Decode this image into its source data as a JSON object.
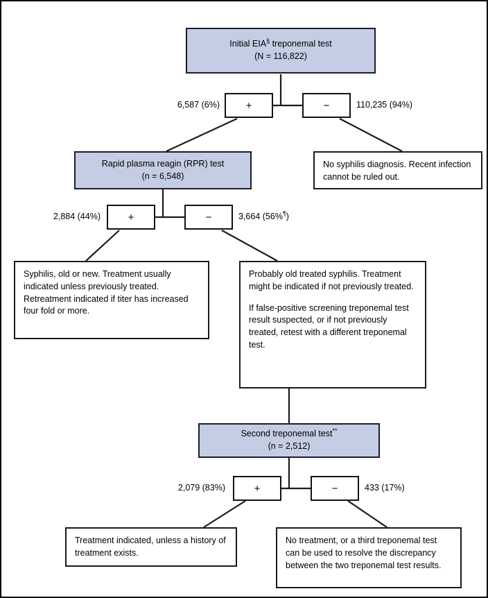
{
  "diagram": {
    "title": "Syphilis reverse sequence screening algorithm flowchart",
    "accent_blue": "#c4cde4",
    "line_color": "#1a1a1a",
    "nodes": {
      "initial_test": {
        "line1": "Initial EIA",
        "line1_sup": "§",
        "line1_rest": " treponemal test",
        "line2": "(N = 116,822)"
      },
      "rpr_test": {
        "line1": "Rapid plasma reagin (RPR) test",
        "line2": "(n = 6,548)"
      },
      "no_syphilis": {
        "text": "No syphilis diagnosis. Recent infection cannot be ruled out."
      },
      "syphilis_old_new": {
        "text": "Syphilis, old or new. Treatment usually indicated unless previously treated. Retreatment indicated if titer has increased four fold or more."
      },
      "probably_old_treated": {
        "para1": "Probably old treated syphilis. Treatment might be indicated if not previously treated.",
        "para2": "If false-positive screening treponemal test result suspected, or if not previously treated, retest with a different treponemal test."
      },
      "second_treponemal": {
        "line1": "Second treponemal test",
        "line1_sup": "**",
        "line2": "(n = 2,512)"
      },
      "treatment_indicated": {
        "text": "Treatment indicated, unless a history of treatment exists."
      },
      "no_treatment": {
        "text": "No treatment, or a third treponemal test can be used to resolve the discrepancy between the two treponemal test results."
      }
    },
    "branches": {
      "b1": {
        "positive_sign": "+",
        "negative_sign": "−",
        "left_count": "6,587 (6%)",
        "right_count": "110,235 (94%)"
      },
      "b2": {
        "positive_sign": "+",
        "negative_sign": "−",
        "left_count": "2,884 (44%)",
        "right_count_main": "3,664 (56%",
        "right_count_sup": "¶",
        "right_count_tail": ")"
      },
      "b3": {
        "positive_sign": "+",
        "negative_sign": "−",
        "left_count": "2,079 (83%)",
        "right_count": "433 (17%)"
      }
    }
  }
}
